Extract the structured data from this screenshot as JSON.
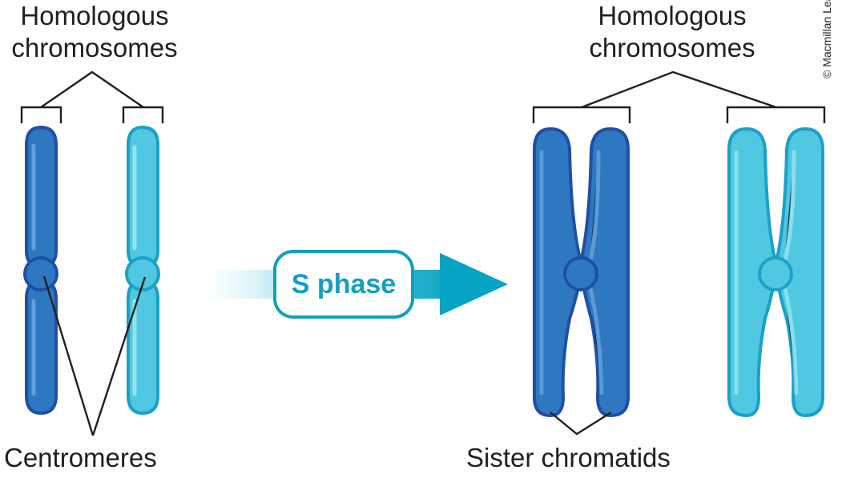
{
  "labels": {
    "left_title": "Homologous chromosomes",
    "right_title": "Homologous chromosomes",
    "centromeres": "Centromeres",
    "sister_chromatids": "Sister chromatids",
    "process": "S phase",
    "copyright": "© Macmillan Learning"
  },
  "colors": {
    "dark_chromosome": "#2e78c2",
    "dark_chromosome_edge": "#1f4fa5",
    "light_chromosome": "#50c8e1",
    "light_chromosome_edge": "#1ba1c8",
    "arrow": "#0aa8c8",
    "text": "#231f20",
    "line": "#231f20"
  }
}
